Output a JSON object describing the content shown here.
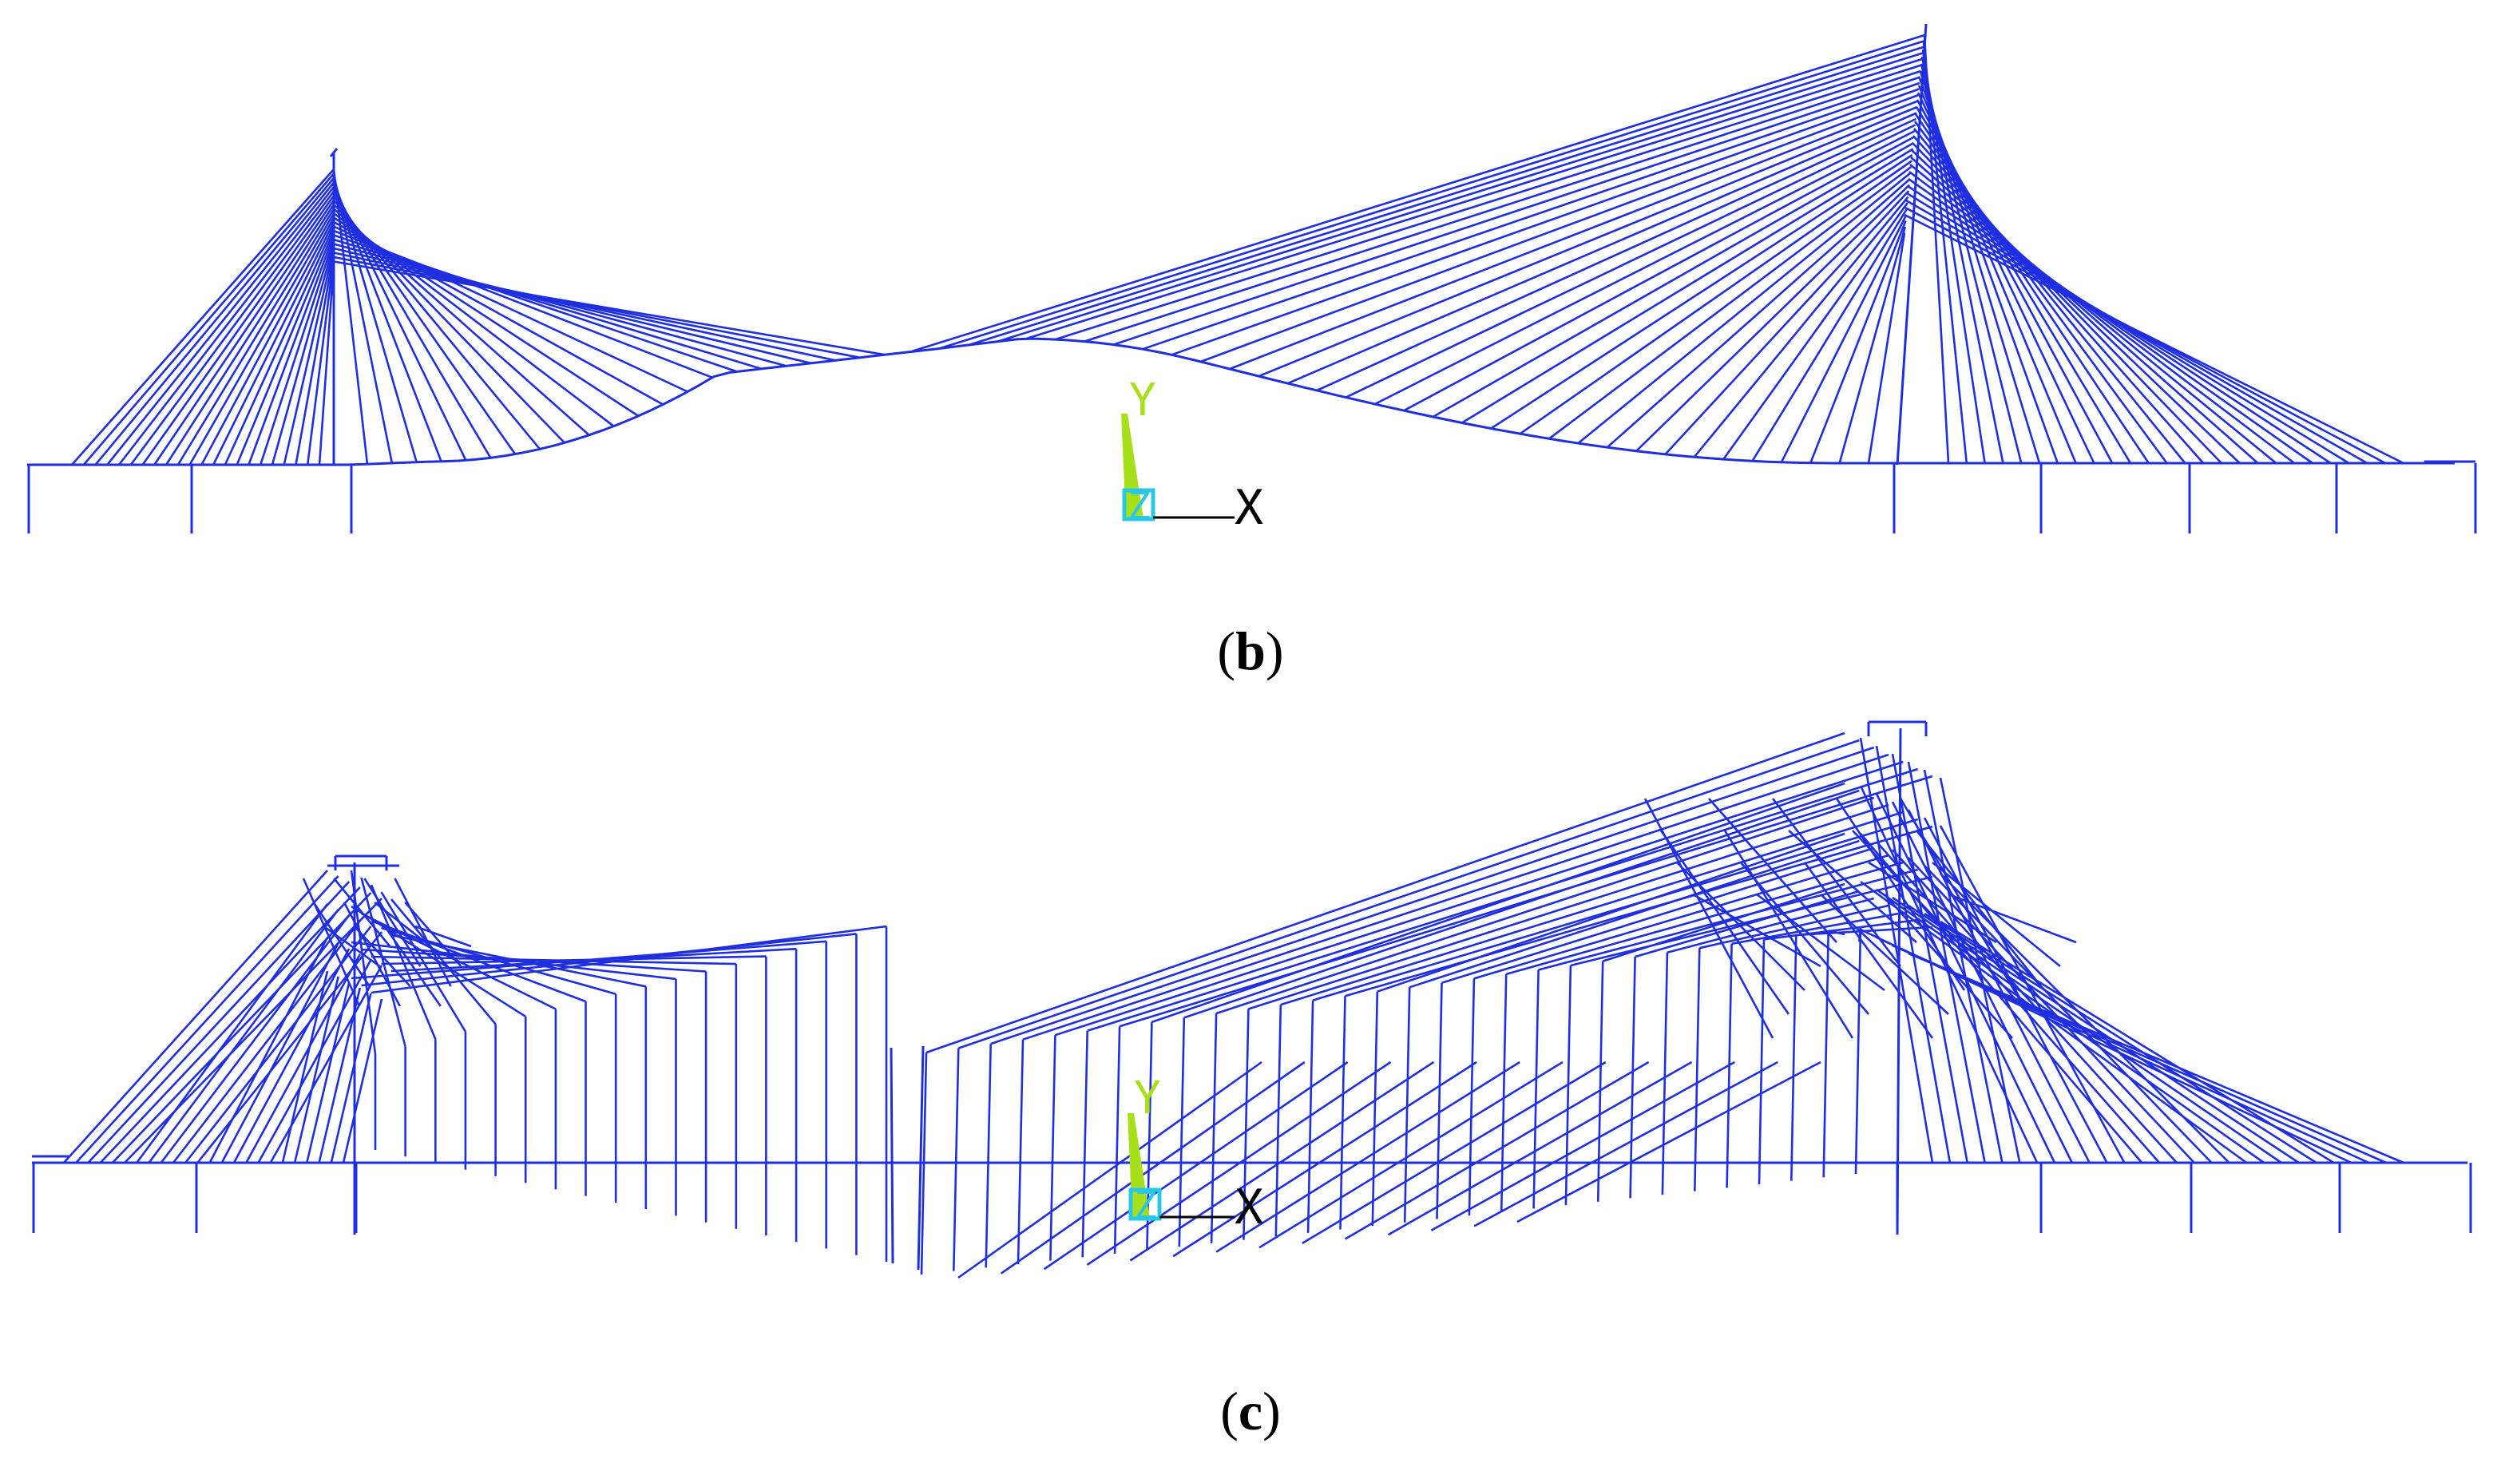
{
  "panels": [
    {
      "id": "b",
      "caption_open": "(",
      "caption_letter": "b",
      "caption_close": ")",
      "axis_y_label": "Y",
      "axis_z_label": "Z",
      "axis_x_label": "X"
    },
    {
      "id": "c",
      "caption_open": "(",
      "caption_letter": "c",
      "caption_close": ")",
      "axis_y_label": "Y",
      "axis_z_label": "Z",
      "axis_x_label": "X"
    }
  ],
  "colors": {
    "structure": "#1f2fe0",
    "axis_y": "#a6e01a",
    "axis_z": "#29c7e6",
    "axis_x": "#000000",
    "caption": "#000000"
  }
}
